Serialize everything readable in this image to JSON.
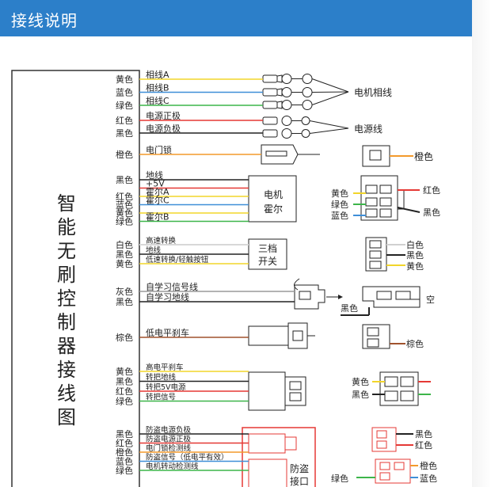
{
  "header": {
    "title": "接线说明"
  },
  "controller": {
    "label_chars": [
      "智",
      "能",
      "无",
      "刷",
      "控",
      "制",
      "器",
      "接",
      "线",
      "图"
    ]
  },
  "colors": {
    "yellow": "#f2d52a",
    "blue": "#3f8fd8",
    "green": "#3db54a",
    "red": "#e53935",
    "black": "#222222",
    "orange": "#f39a2c",
    "white": "#d8d8d8",
    "gray": "#9a9a9a",
    "brown": "#a0522d",
    "header": "#2c7fc9"
  },
  "groups": {
    "motor": {
      "wires": [
        {
          "color_label": "黄色",
          "wire_label": "相线A",
          "color": "yellow"
        },
        {
          "color_label": "蓝色",
          "wire_label": "相线B",
          "color": "blue"
        },
        {
          "color_label": "绿色",
          "wire_label": "相线C",
          "color": "green"
        }
      ],
      "target": "电机相线"
    },
    "power": {
      "wires": [
        {
          "color_label": "红色",
          "wire_label": "电源正极",
          "color": "red"
        },
        {
          "color_label": "黑色",
          "wire_label": "电源负极",
          "color": "black"
        }
      ],
      "target": "电源线"
    },
    "door_lock": {
      "wires": [
        {
          "color_label": "橙色",
          "wire_label": "电门锁",
          "color": "orange"
        }
      ],
      "plug_color_label": "橙色"
    },
    "hall": {
      "wires": [
        {
          "color_label": "黑色",
          "wire_label": "地线",
          "color": "black"
        },
        {
          "color_label": "",
          "wire_label": "+5V",
          "color": "red"
        },
        {
          "color_label": "红色",
          "wire_label": "霍尔A",
          "color": "yellow"
        },
        {
          "color_label": "蓝色",
          "wire_label": "霍尔C",
          "color": "blue"
        },
        {
          "color_label": "黄色",
          "wire_label": "",
          "color": "yellow"
        },
        {
          "color_label": "绿色",
          "wire_label": "霍尔B",
          "color": "green"
        }
      ],
      "box_lines": [
        "电机",
        "霍尔"
      ],
      "plug_labels_left": [
        "黄色",
        "绿色",
        "蓝色"
      ],
      "plug_labels_right": [
        "红色",
        "黑色"
      ]
    },
    "speed": {
      "wires": [
        {
          "color_label": "白色",
          "wire_label": "高速转换",
          "color": "white"
        },
        {
          "color_label": "黑色",
          "wire_label": "地线",
          "color": "black"
        },
        {
          "color_label": "黄色",
          "wire_label": "低速转换/轻触按钮",
          "color": "yellow"
        }
      ],
      "box_lines": [
        "三档",
        "开关"
      ],
      "plug_labels": [
        "白色",
        "黑色",
        "黄色"
      ]
    },
    "learn": {
      "wires": [
        {
          "color_label": "灰色",
          "wire_label": "自学习信号线",
          "color": "gray"
        },
        {
          "color_label": "黑色",
          "wire_label": "自学习地线",
          "color": "black"
        }
      ],
      "plug_label_left": "黑色",
      "plug_label_right": "空"
    },
    "brake_low": {
      "wires": [
        {
          "color_label": "棕色",
          "wire_label": "低电平刹车",
          "color": "brown"
        }
      ],
      "plug_label": "棕色"
    },
    "throttle": {
      "wires": [
        {
          "color_label": "黄色",
          "wire_label": "高电平刹车",
          "color": "yellow"
        },
        {
          "color_label": "黑色",
          "wire_label": "转把地线",
          "color": "black"
        },
        {
          "color_label": "红色",
          "wire_label": "转把5V电源",
          "color": "red"
        },
        {
          "color_label": "绿色",
          "wire_label": "转把信号",
          "color": "green"
        }
      ],
      "plug_labels": [
        "黄色",
        "黑色"
      ]
    },
    "antitheft": {
      "wires": [
        {
          "color_label": "黑色",
          "wire_label": "防盗电源负极",
          "color": "black"
        },
        {
          "color_label": "红色",
          "wire_label": "防盗电源正极",
          "color": "red"
        },
        {
          "color_label": "橙色",
          "wire_label": "电门锁检测线",
          "color": "orange"
        },
        {
          "color_label": "蓝色",
          "wire_label": "防盗信号（低电平有效）",
          "color": "blue"
        },
        {
          "color_label": "绿色",
          "wire_label": "电机转动检测线",
          "color": "green"
        }
      ],
      "box_lines": [
        "防盗",
        "接口"
      ],
      "plug_labels_top": [
        "黑色",
        "红色"
      ],
      "plug_labels_bottom_right": [
        "橙色",
        "蓝色"
      ],
      "plug_label_bottom_left": "绿色"
    }
  }
}
